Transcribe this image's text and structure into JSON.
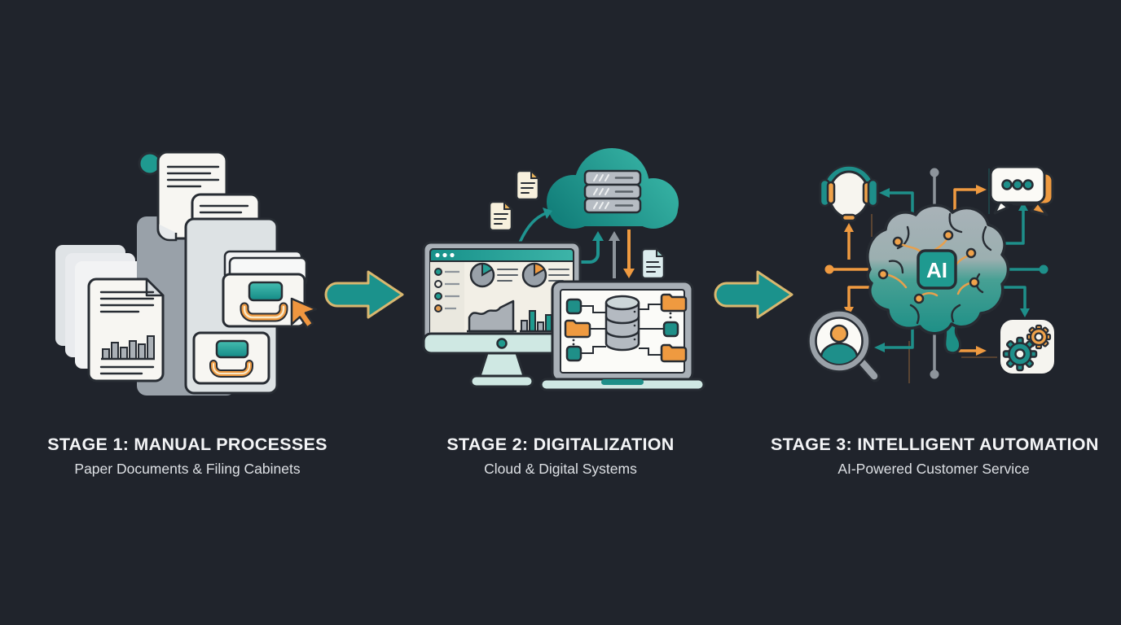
{
  "canvas": {
    "background": "#20242c",
    "description": "Three-stage digital transformation process diagram"
  },
  "palette": {
    "teal": "#1e8f8a",
    "teal_light": "#45bdb0",
    "orange": "#f0963f",
    "cream": "#f8f1dd",
    "card_white": "#f7f6f2",
    "gray": "#a9b1b8",
    "outline": "#272c33",
    "arrow_fill": "#1b928c",
    "arrow_outline": "#d9b76f",
    "title_text": "#f3f4f6",
    "subtitle_text": "#dde0e4"
  },
  "stages": [
    {
      "title": "STAGE 1: MANUAL PROCESSES",
      "subtitle": "Paper Documents & Filing Cabinets",
      "icons": [
        "paper-stack",
        "bar-chart-document",
        "scroll-document",
        "pie-chart-document",
        "filing-cabinet",
        "cursor-pointer"
      ]
    },
    {
      "title": "STAGE 2: DIGITALIZATION",
      "subtitle": "Cloud & Digital Systems",
      "icons": [
        "upload-documents",
        "cloud-server",
        "dashboard-monitor",
        "database-laptop",
        "sync-arrows"
      ]
    },
    {
      "title": "STAGE 3: INTELLIGENT AUTOMATION",
      "subtitle": "AI-Powered Customer Service",
      "chip_label": "AI",
      "icons": [
        "headset",
        "chat-bubbles",
        "ai-brain-chip",
        "customer-search",
        "automation-gears"
      ]
    }
  ],
  "connectors": {
    "between_stages": "right-arrow",
    "count": 2
  }
}
